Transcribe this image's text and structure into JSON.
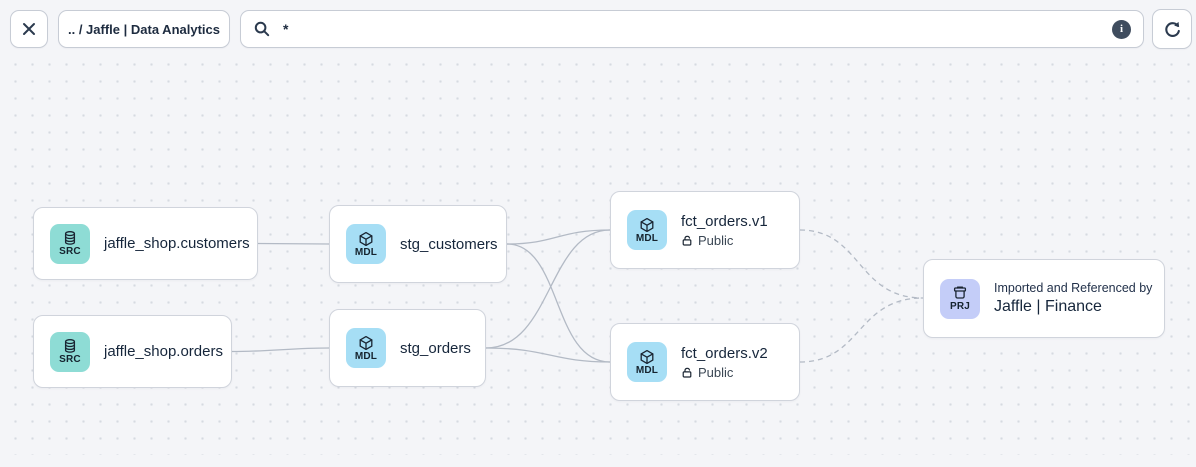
{
  "toolbar": {
    "breadcrumb": ".. / Jaffle | Data Analytics",
    "search_value": "*",
    "info_glyph": "i"
  },
  "nodes": [
    {
      "kind": "SRC",
      "title": "jaffle_shop.customers"
    },
    {
      "kind": "SRC",
      "title": "jaffle_shop.orders"
    },
    {
      "kind": "MDL",
      "title": "stg_customers"
    },
    {
      "kind": "MDL",
      "title": "stg_orders"
    },
    {
      "kind": "MDL",
      "title": "fct_orders.v1",
      "access": "Public"
    },
    {
      "kind": "MDL",
      "title": "fct_orders.v2",
      "access": "Public"
    },
    {
      "kind": "PRJ",
      "subtitle": "Imported and Referenced by",
      "title": "Jaffle | Finance"
    }
  ],
  "edges": [
    {
      "from": "jaffle_shop.customers",
      "to": "stg_customers",
      "style": "solid"
    },
    {
      "from": "jaffle_shop.orders",
      "to": "stg_orders",
      "style": "solid"
    },
    {
      "from": "stg_customers",
      "to": "fct_orders.v1",
      "style": "solid"
    },
    {
      "from": "stg_customers",
      "to": "fct_orders.v2",
      "style": "solid"
    },
    {
      "from": "stg_orders",
      "to": "fct_orders.v1",
      "style": "solid"
    },
    {
      "from": "stg_orders",
      "to": "fct_orders.v2",
      "style": "solid"
    },
    {
      "from": "fct_orders.v1",
      "to": "Jaffle | Finance",
      "style": "dashed"
    },
    {
      "from": "fct_orders.v2",
      "to": "Jaffle | Finance",
      "style": "dashed"
    }
  ],
  "icons": {
    "close": "x-icon",
    "search": "magnifier-icon",
    "info": "info-icon",
    "refresh": "refresh-cw-icon",
    "SRC": "database-icon",
    "MDL": "cube-icon",
    "PRJ": "archive-box-icon",
    "access": "lock-open-icon"
  },
  "colors": {
    "canvas_bg": "#f4f5f8",
    "dot": "#d6dae1",
    "node_border": "#d0d4dc",
    "edge": "#b3bac5",
    "source_badge_bg": "#8edcd5",
    "model_badge_bg": "#a6def5",
    "project_badge_bg": "#c4cdf8",
    "text": "#16263b"
  }
}
